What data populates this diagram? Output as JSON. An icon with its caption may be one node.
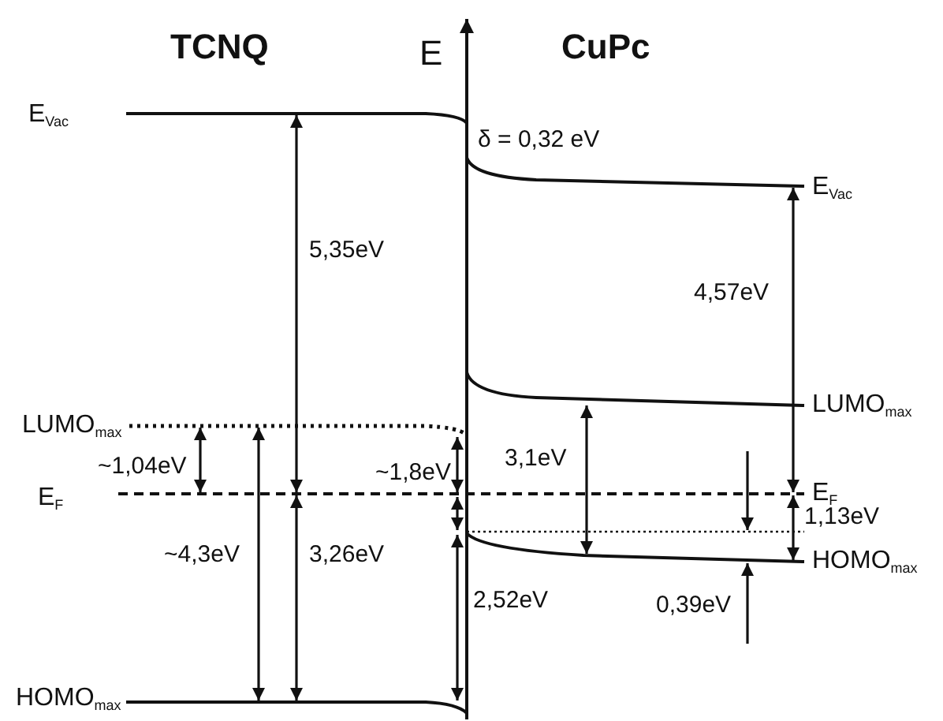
{
  "diagram": {
    "labels": [
      "TCNQ",
      "E",
      "CuPc",
      "E$_{Vac}$",
      "δ = 0,32 eV",
      "5,35eV",
      "E$_{Vac}$",
      "4,57eV",
      "LUMO$_{max}$",
      "LUMO$_{max}$",
      "~1,04eV",
      "3,1eV",
      "~1,8eV",
      "E$_{F}$",
      "E$_{F}$",
      "1,13eV",
      "~4,3eV",
      "3,26eV",
      "HOMO$_{max}$",
      "2,52eV",
      "0,39eV",
      "HOMO$_{max}$"
    ]
  }
}
